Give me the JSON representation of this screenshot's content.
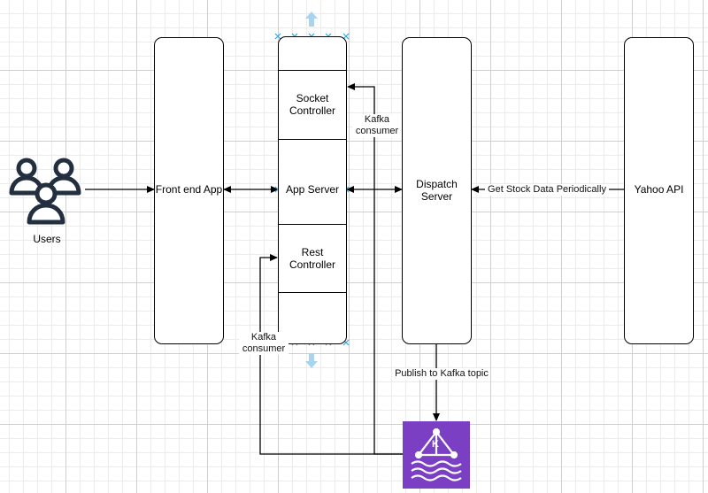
{
  "diagram": {
    "users_label": "Users",
    "front_end_label": "Front end App",
    "socket_controller_label": "Socket\nController",
    "app_server_label": "App Server",
    "rest_controller_label": "Rest\nController",
    "dispatch_server_label": "Dispatch\nServer",
    "yahoo_api_label": "Yahoo API",
    "kafka_consumer_top_label": "Kafka\nconsumer",
    "kafka_consumer_bottom_label": "Kafka\nconsumer",
    "get_stock_label": "Get Stock Data Periodically",
    "publish_label": "Publish to Kafka topic",
    "kafka_icon_letter": "K"
  },
  "colors": {
    "kafka_purple": "#7b3fc4",
    "selection_blue": "#2da8e0",
    "grid_major": "#cfcfcf",
    "grid_minor": "#ececec"
  },
  "icons": [
    "users-icon",
    "kafka-icon",
    "resize-up-arrow-icon",
    "resize-down-arrow-icon"
  ]
}
